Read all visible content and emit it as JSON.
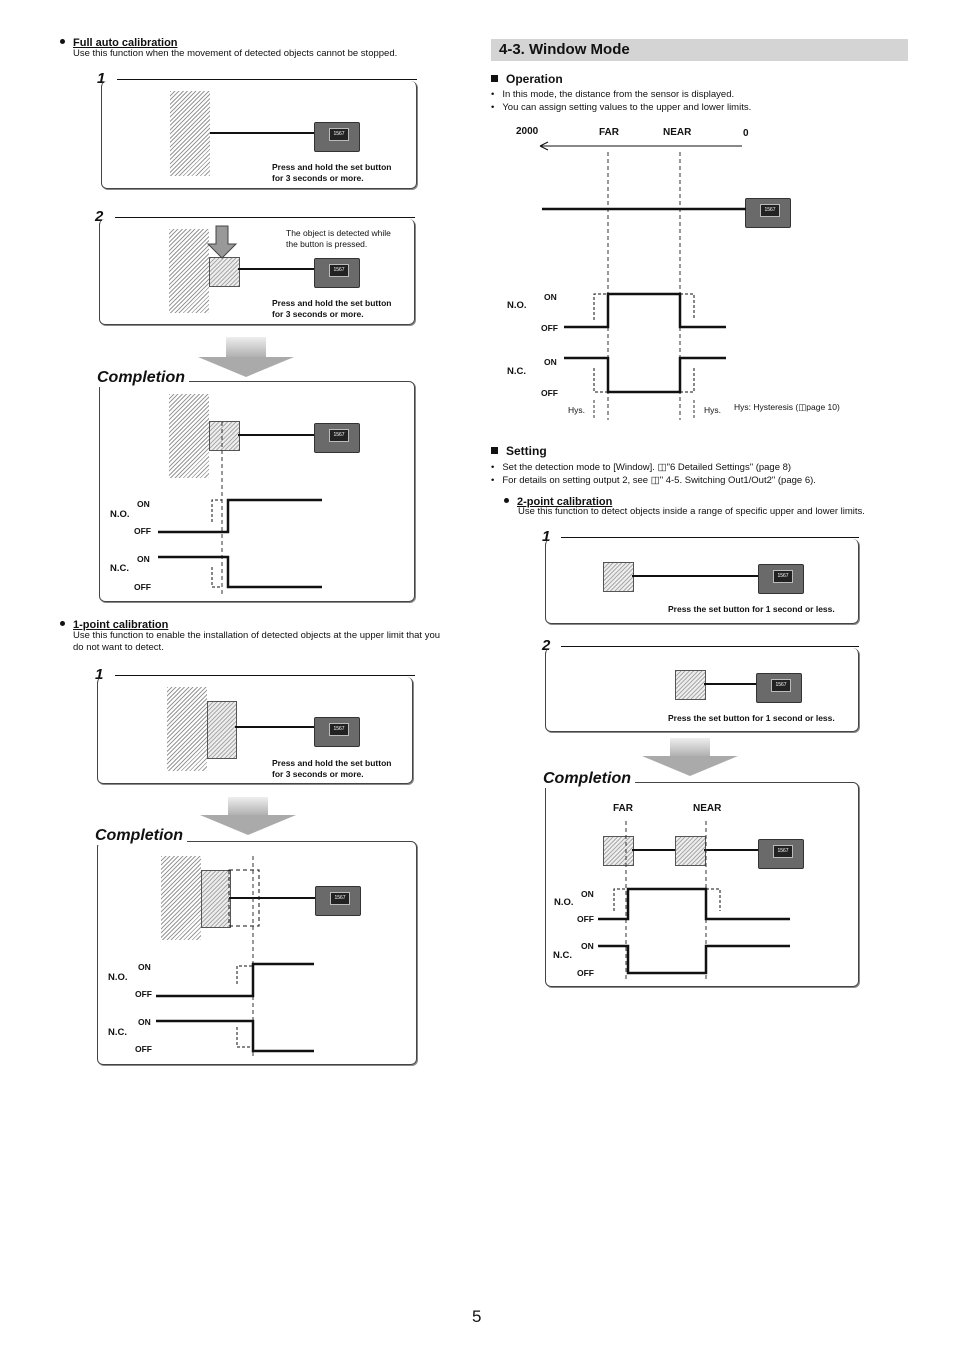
{
  "left": {
    "full_auto": {
      "heading": "Full auto calibration",
      "desc": "Use this function when the movement of detected objects cannot be stopped.",
      "step1": {
        "num": "1",
        "caption1": "Press and hold the set button",
        "caption2": "for 3 seconds or more."
      },
      "step2": {
        "num": "2",
        "note1": "The object is detected while",
        "note2": "the button is pressed.",
        "caption1": "Press and hold the set button",
        "caption2": "for 3 seconds or more."
      },
      "completion": {
        "title": "Completion",
        "no": "N.O.",
        "nc": "N.C.",
        "on": "ON",
        "off": "OFF"
      }
    },
    "one_point": {
      "heading": "1-point calibration",
      "desc1": "Use this function to enable the installation of detected objects at the upper limit that you",
      "desc2": "do not want to detect.",
      "step1": {
        "num": "1",
        "caption1": "Press and hold the set button",
        "caption2": "for 3 seconds or more."
      },
      "completion": {
        "title": "Completion",
        "no": "N.O.",
        "nc": "N.C.",
        "on": "ON",
        "off": "OFF"
      }
    }
  },
  "right": {
    "section_title": "4-3. Window Mode",
    "operation": {
      "heading": "Operation",
      "items": [
        "In this mode, the distance from the sensor is displayed.",
        "You can assign setting values to the upper and lower limits."
      ],
      "axis": {
        "left": "2000",
        "far": "FAR",
        "near": "NEAR",
        "right": "0"
      },
      "no": "N.O.",
      "nc": "N.C.",
      "on": "ON",
      "off": "OFF",
      "hys": "Hys.",
      "hys_note": "Hys: Hysteresis (",
      "hys_note2": "page 10)"
    },
    "setting": {
      "heading": "Setting",
      "item1a": "Set the detection mode to [Window].",
      "item1b": "\"6 Detailed Settings\" (page 8)",
      "item2a": "For details on setting output 2, see",
      "item2b": "\" 4-5. Switching Out1/Out2\" (page 6).",
      "two_point": {
        "heading": "2-point calibration",
        "desc": "Use this function to detect objects inside a range of specific upper and lower limits.",
        "step1": {
          "num": "1",
          "caption": "Press the set button for 1 second or less."
        },
        "step2": {
          "num": "2",
          "caption": "Press the set button for 1 second or less."
        },
        "completion": {
          "title": "Completion",
          "far": "FAR",
          "near": "NEAR",
          "no": "N.O.",
          "nc": "N.C.",
          "on": "ON",
          "off": "OFF"
        }
      }
    }
  },
  "sensor_display": "1567",
  "page_number": "5"
}
